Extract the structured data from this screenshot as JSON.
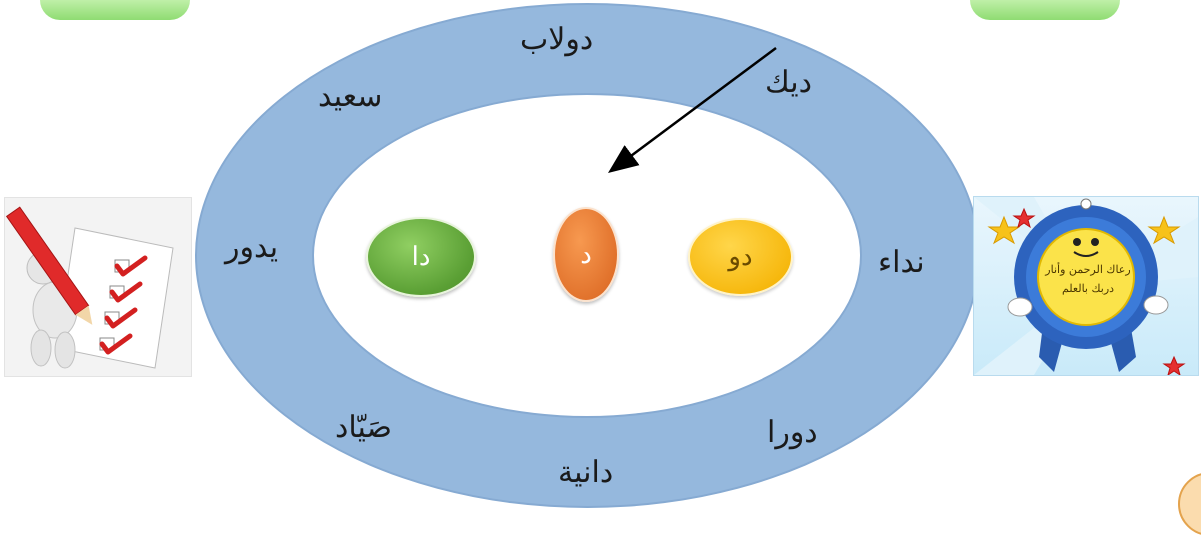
{
  "ring_words": {
    "top": "دولاب",
    "top_right": "ديك",
    "right": "نداء",
    "bottom_right": "دورا",
    "bottom": "دانية",
    "bottom_left": "صَيّاد",
    "left": "يدور",
    "top_left": "سعيد"
  },
  "syllables": {
    "left": "دا",
    "center": "د",
    "right": "دو"
  },
  "reward_badge": {
    "line1": "رعاك الرحمن وأنار",
    "line2": "دربك بالعلم"
  },
  "colors": {
    "ring": "#95b8dd",
    "green": "#5a9f34",
    "orange": "#e0702a",
    "yellow": "#f6b70c",
    "corner_bars": "#8fdc72"
  },
  "icons": {
    "left_clipart": "checklist-figure-icon",
    "right_clipart": "reward-ribbon-icon"
  }
}
